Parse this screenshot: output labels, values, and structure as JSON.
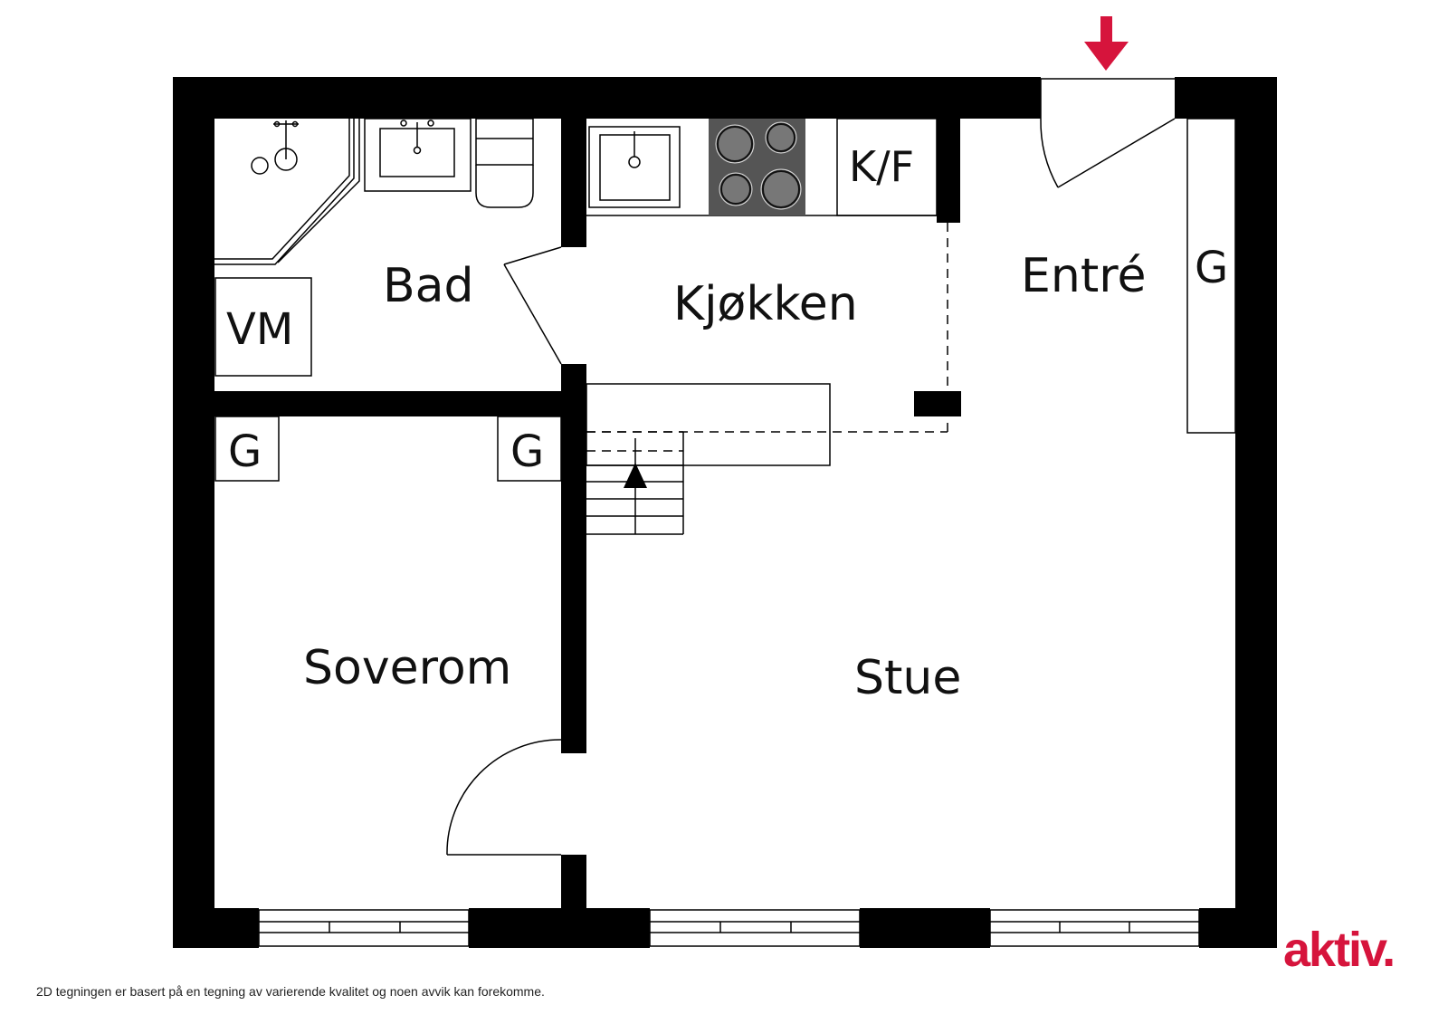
{
  "rooms": {
    "bad": "Bad",
    "kjokken": "Kjøkken",
    "entre": "Entré",
    "soverom": "Soverom",
    "stue": "Stue"
  },
  "fixtures": {
    "washing_machine": "VM",
    "fridge": "K/F",
    "wardrobe": "G"
  },
  "colors": {
    "wall": "#000000",
    "stove": "#555555",
    "entrance_arrow": "#d6143c",
    "brand": "#d6143c"
  },
  "icons": [
    "entrance-arrow-icon",
    "stair-direction-arrow-icon"
  ],
  "footer": {
    "disclaimer": "2D tegningen er basert på en tegning av varierende kvalitet og noen avvik kan forekomme.",
    "brand": "aktiv."
  }
}
